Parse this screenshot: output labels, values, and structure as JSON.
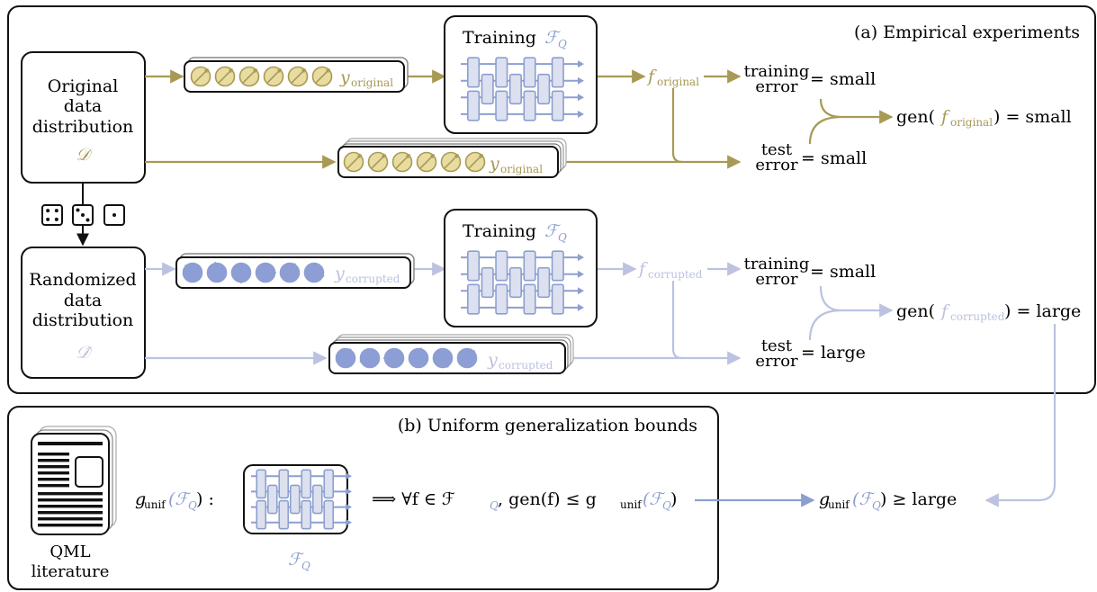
{
  "colors": {
    "olive": "#a89a55",
    "olive_fill": "#e8dca0",
    "blue": "#8c9fcf",
    "blue_fill": "#8d9dd6",
    "lavender": "#bcc2e0",
    "dark": "#111111"
  },
  "panel_a": {
    "title": "(a) Empirical experiments",
    "original": {
      "box_lines": [
        "Original",
        "data",
        "distribution"
      ],
      "symbol": "𝒟",
      "train_label_y": "y",
      "train_label_sub": "original",
      "training_title": "Training",
      "training_symbol": "ℱ",
      "training_symbol_sub": "Q",
      "f_label": "f",
      "f_sub": "original",
      "training_error_1": "training",
      "training_error_2": "error",
      "training_error_value": "= small",
      "test_error_1": "test",
      "test_error_2": "error",
      "test_error_value": "= small",
      "gen_prefix": "gen(",
      "gen_f": "f",
      "gen_f_sub": "original",
      "gen_suffix": ") = small"
    },
    "randomized": {
      "box_lines": [
        "Randomized",
        "data",
        "distribution"
      ],
      "symbol": "𝒟̂",
      "train_label_y": "y",
      "train_label_sub": "corrupted",
      "training_title": "Training",
      "training_symbol": "ℱ",
      "training_symbol_sub": "Q",
      "f_label": "f",
      "f_sub": "corrupted",
      "training_error_1": "training",
      "training_error_2": "error",
      "training_error_value": "= small",
      "test_error_1": "test",
      "test_error_2": "error",
      "test_error_value": "= large",
      "gen_prefix": "gen(",
      "gen_f": "f",
      "gen_f_sub": "corrupted",
      "gen_suffix": ") = large"
    },
    "dice_faces": [
      4,
      3,
      1
    ]
  },
  "panel_b": {
    "title": "(b) Uniform generalization bounds",
    "literature_lines": [
      "QML",
      "literature"
    ],
    "g_label": "g",
    "g_sub": "unif",
    "g_arg": "(ℱ",
    "g_arg_sub": "Q",
    "g_arg_close": ") :",
    "circuit_caption": "ℱ",
    "circuit_caption_sub": "Q",
    "implication": "⟹  ∀f ∈ ℱ",
    "implication_sub": "Q",
    "implication_rest": ", gen(f) ≤ g",
    "implication_g_sub": "unif",
    "implication_tail": "(ℱ",
    "implication_tail_sub": "Q",
    "implication_tail_close": ")",
    "result_g": "g",
    "result_g_sub": "unif",
    "result_arg": "(ℱ",
    "result_arg_sub": "Q",
    "result_close": ") ≥ large"
  }
}
